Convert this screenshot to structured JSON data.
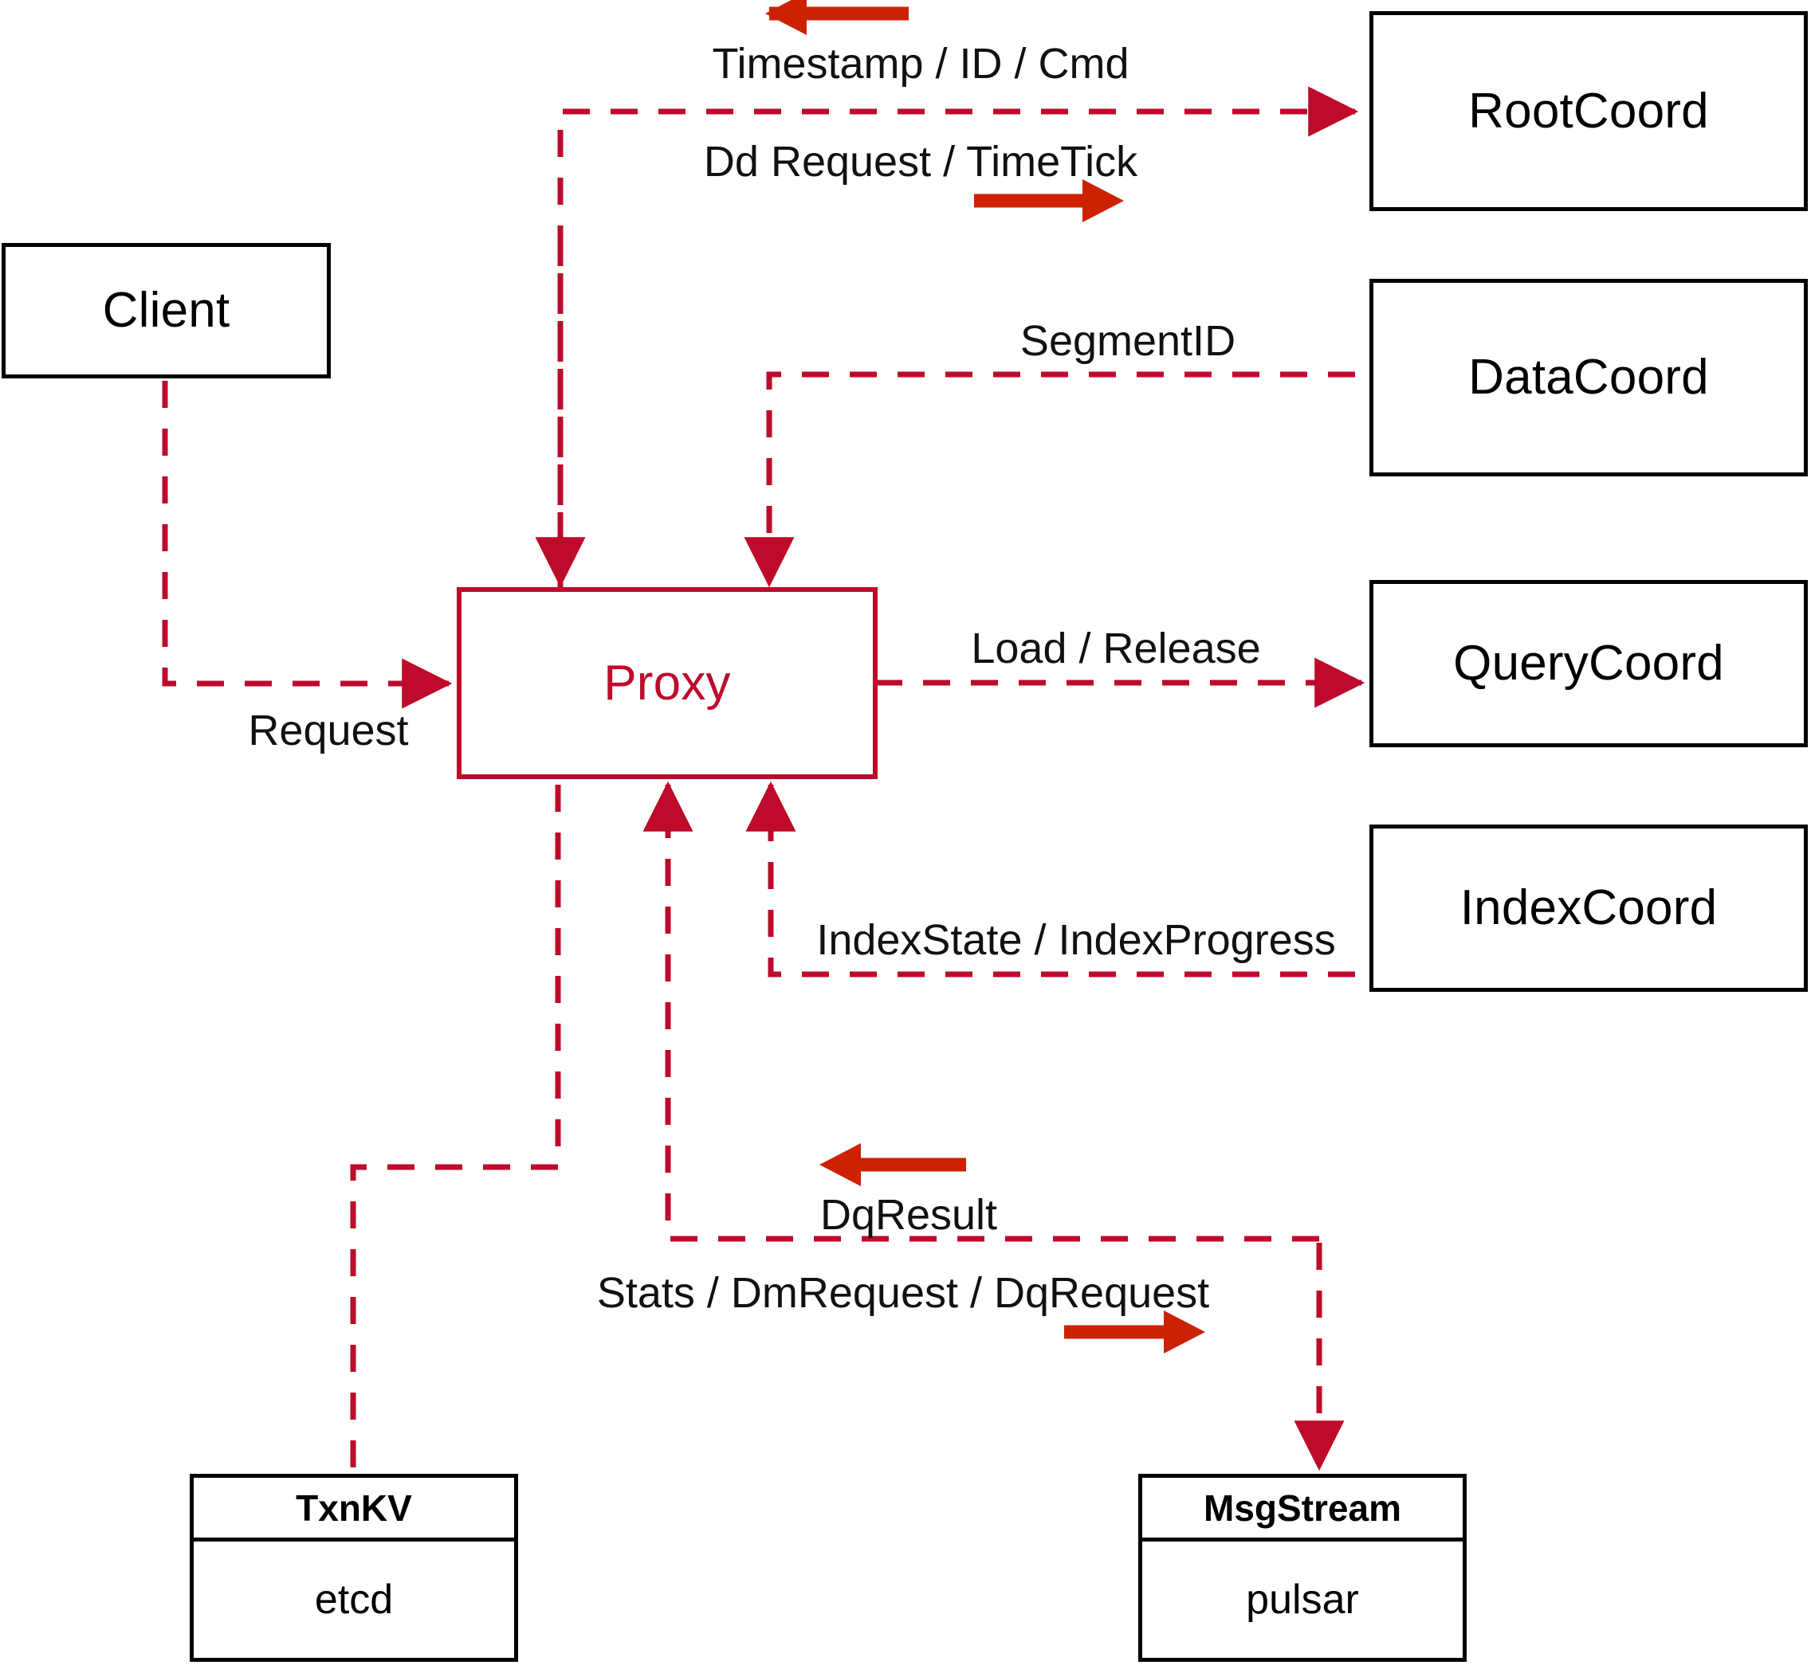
{
  "diagram": {
    "title": "Milvus Proxy interaction diagram",
    "colors": {
      "accent": "#BE0A2B",
      "arrow_marker": "#CC2200",
      "node_border": "#000000",
      "background": "#FFFFFF"
    }
  },
  "nodes": {
    "client": {
      "label": "Client"
    },
    "proxy": {
      "label": "Proxy"
    },
    "root_coord": {
      "label": "RootCoord"
    },
    "data_coord": {
      "label": "DataCoord"
    },
    "query_coord": {
      "label": "QueryCoord"
    },
    "index_coord": {
      "label": "IndexCoord"
    },
    "txnkv": {
      "header": "TxnKV",
      "body": "etcd"
    },
    "msgstream": {
      "header": "MsgStream",
      "body": "pulsar"
    }
  },
  "edge_labels": {
    "timestamp_id_cmd": "Timestamp / ID / Cmd",
    "dd_request_timetick": "Dd Request / TimeTick",
    "segment_id": "SegmentID",
    "load_release": "Load / Release",
    "index_state_progress": "IndexState / IndexProgress",
    "request": "Request",
    "dq_result": "DqResult",
    "stats_dm_dq_request": "Stats / DmRequest / DqRequest"
  },
  "edges": [
    {
      "from": "root_coord",
      "to": "proxy",
      "label": "Timestamp / ID / Cmd",
      "direction": "left"
    },
    {
      "from": "proxy",
      "to": "root_coord",
      "label": "Dd Request / TimeTick",
      "direction": "right"
    },
    {
      "from": "data_coord",
      "to": "proxy",
      "label": "SegmentID",
      "direction": "left"
    },
    {
      "from": "proxy",
      "to": "query_coord",
      "label": "Load / Release",
      "direction": "right"
    },
    {
      "from": "index_coord",
      "to": "proxy",
      "label": "IndexState / IndexProgress",
      "direction": "left"
    },
    {
      "from": "client",
      "to": "proxy",
      "label": "Request",
      "direction": "right"
    },
    {
      "from": "msgstream",
      "to": "proxy",
      "label": "DqResult",
      "direction": "left"
    },
    {
      "from": "proxy",
      "to": "msgstream",
      "label": "Stats / DmRequest / DqRequest",
      "direction": "right"
    },
    {
      "from": "proxy",
      "to": "txnkv",
      "label": "",
      "direction": "down"
    }
  ]
}
